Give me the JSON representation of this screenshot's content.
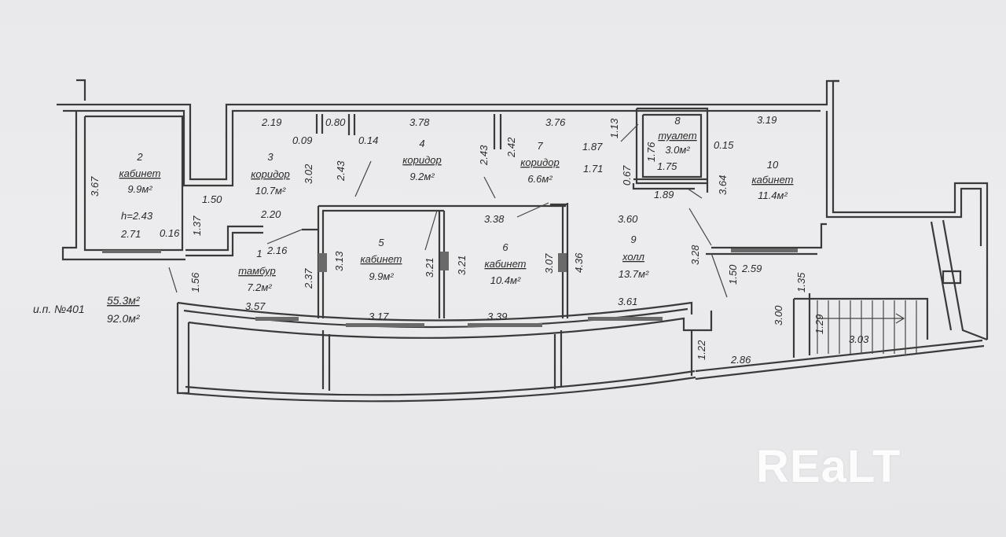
{
  "rooms": [
    {
      "num": "1",
      "name": "тамбур",
      "area": "7.2м²"
    },
    {
      "num": "2",
      "name": "кабинет",
      "area": "9.9м²"
    },
    {
      "num": "3",
      "name": "коридор",
      "area": "10.7м²"
    },
    {
      "num": "4",
      "name": "коридор",
      "area": "9.2м²"
    },
    {
      "num": "5",
      "name": "кабинет",
      "area": "9.9м²"
    },
    {
      "num": "6",
      "name": "кабинет",
      "area": "10.4м²"
    },
    {
      "num": "7",
      "name": "коридор",
      "area": "6.6м²"
    },
    {
      "num": "8",
      "name": "туалет",
      "area": "3.0м²"
    },
    {
      "num": "9",
      "name": "холл",
      "area": "13.7м²"
    },
    {
      "num": "10",
      "name": "кабинет",
      "area": "11.4м²"
    }
  ],
  "height_note": "h=2.43",
  "totals": {
    "label": "и.п. №401",
    "area1": "55.3м²",
    "area2": "92.0м²"
  },
  "dimensions": [
    "2.19",
    "0.80",
    "3.78",
    "3.76",
    "1.13",
    "3.19",
    "0.09",
    "0.14",
    "2.43",
    "2.42",
    "1.87",
    "1.76",
    "0.15",
    "3.67",
    "3.02",
    "2.43",
    "1.71",
    "0.67",
    "1.75",
    "3.64",
    "1.50",
    "1.89",
    "1.37",
    "2.20",
    "3.38",
    "3.60",
    "2.71",
    "0.16",
    "2.16",
    "3.13",
    "3.21",
    "3.21",
    "3.07",
    "4.36",
    "3.28",
    "1.56",
    "2.37",
    "1.50",
    "2.59",
    "1.35",
    "3.57",
    "3.17",
    "3.39",
    "3.61",
    "3.00",
    "1.29",
    "3.03",
    "1.22",
    "2.86"
  ],
  "watermark": "REaLT"
}
